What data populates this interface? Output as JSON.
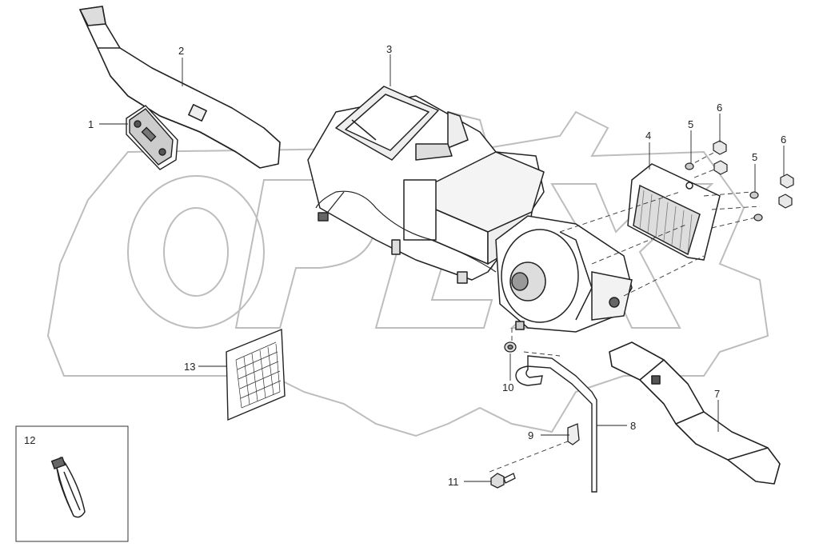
{
  "corner_mark": "",
  "callouts": {
    "c1": "1",
    "c2": "2",
    "c3": "3",
    "c4": "4",
    "c5a": "5",
    "c5b": "5",
    "c6a": "6",
    "c6b": "6",
    "c7": "7",
    "c8": "8",
    "c9": "9",
    "c10": "10",
    "c11": "11",
    "c12": "12",
    "c13": "13"
  },
  "watermark": {
    "text": "OPEX",
    "color": "#b9b9b9"
  },
  "colors": {
    "line": "#222222",
    "fill": "#ffffff",
    "shade": "#d8d8d8",
    "dark": "#555555"
  }
}
